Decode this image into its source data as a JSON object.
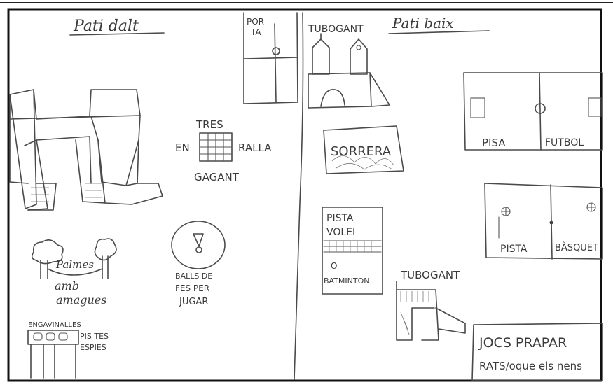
{
  "drawing": {
    "upper_yard": {
      "title": "Pati dalt",
      "porta_line1": "POR",
      "porta_line2": "TA",
      "tres_top": "TRES",
      "tres_left": "EN",
      "tres_right": "RALLA",
      "tres_bottom": "GAGANT",
      "palmeres_word": "Palmes",
      "amb_word": "amb",
      "amagues_word": "amagues",
      "balls_line1": "BALLS DE",
      "balls_line2": "FES PER",
      "balls_line3": "JUGAR",
      "enfilar_top": "ENGAVINALLES",
      "pistes_line1": "PIS TES",
      "pistes_line2": "ESPIES"
    },
    "lower_yard": {
      "title": "Pati baix",
      "tobogant_top": "TUBOGANT",
      "sorrera": "SORRERA",
      "pista_line1": "PISTA",
      "pista_line2": "VOLEI",
      "o_word": "O",
      "badminton": "BATMINTON",
      "tobogant_bottom": "TUBOGANT",
      "futbol_left": "PISA",
      "futbol_right": "FUTBOL",
      "basquet_left": "PISTA",
      "basquet_right": "BÀSQUET",
      "jocs_line1": "JOCS PRAPAR",
      "jocs_line2": "RATS/oque els nens"
    }
  }
}
